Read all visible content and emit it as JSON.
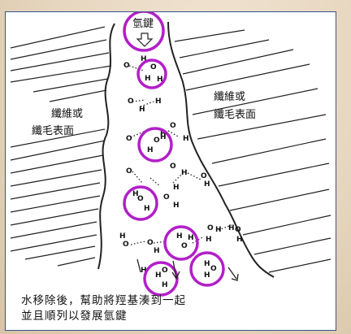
{
  "diagram": {
    "top_label": "氫鍵",
    "left_label_line1": "纖維或",
    "left_label_line2": "纖毛表面",
    "right_label_line1": "纖維或",
    "right_label_line2": "纖毛表面",
    "caption_line1": "水移除後，幫助將羥基湊到一起",
    "caption_line2": "並且順列以發展氫鍵",
    "atom_oxygen": "O",
    "atom_hydrogen": "H",
    "highlight_color": "#b21fc8",
    "line_color": "#222222"
  }
}
